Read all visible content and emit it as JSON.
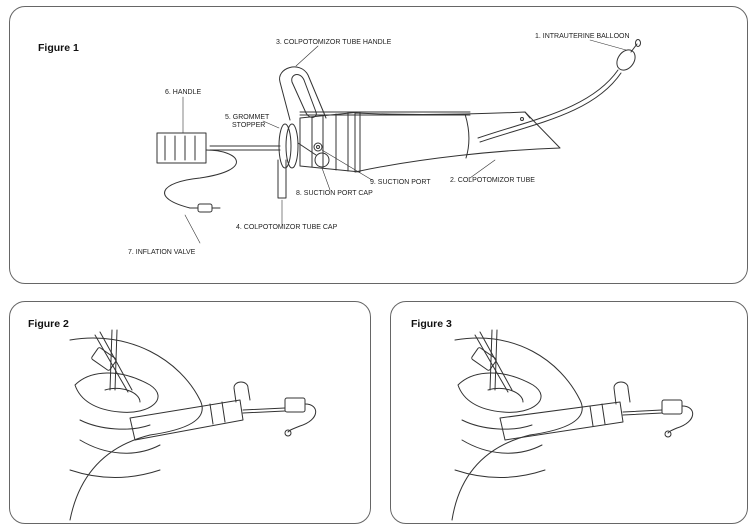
{
  "figure1": {
    "title": "Figure 1",
    "labels": {
      "l1": "1. INTRAUTERINE BALLOON",
      "l2": "2. COLPOTOMIZOR TUBE",
      "l3": "3. COLPOTOMIZOR TUBE HANDLE",
      "l4": "4. COLPOTOMIZOR TUBE CAP",
      "l5a": "5. GROMMET",
      "l5b": "STOPPER",
      "l6": "6. HANDLE",
      "l7": "7. INFLATION VALVE",
      "l8": "8. SUCTION PORT CAP",
      "l9": "9. SUCTION PORT"
    }
  },
  "figure2": {
    "title": "Figure 2"
  },
  "figure3": {
    "title": "Figure 3"
  },
  "colors": {
    "line": "#333333",
    "border": "#666666"
  }
}
